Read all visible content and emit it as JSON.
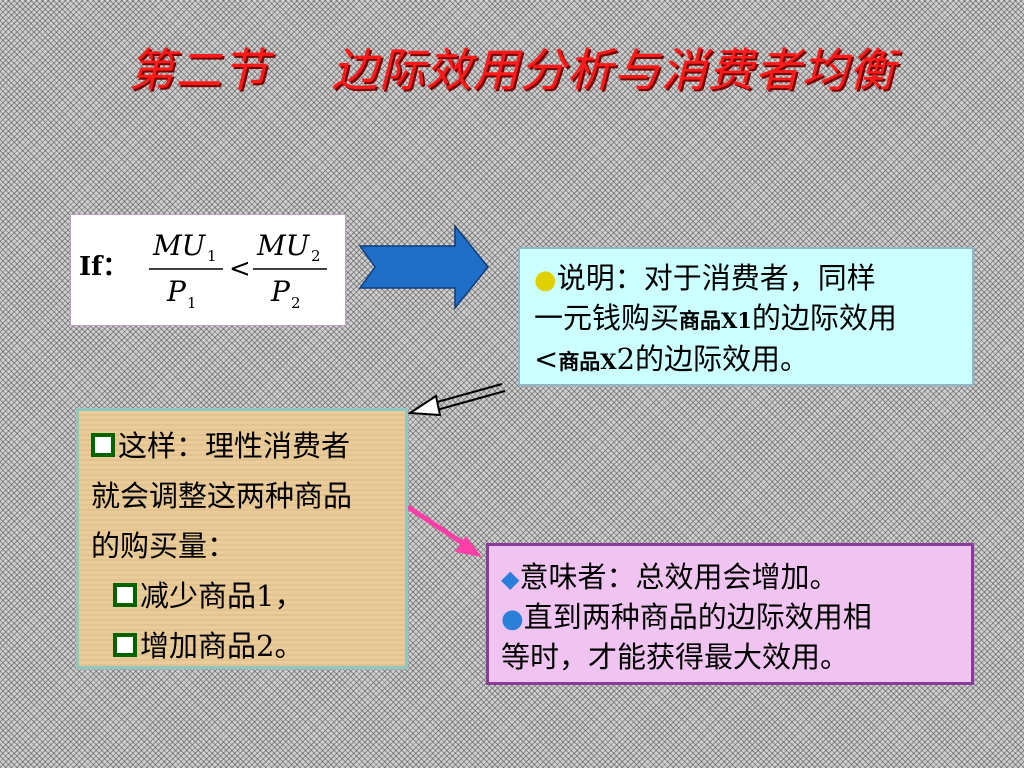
{
  "title": "第二节　 边际效用分析与消费者均衡",
  "formula": {
    "prefix": "If：",
    "mu1": "MU",
    "sub1": "1",
    "p1": "P",
    "psub1": "1",
    "op": "<",
    "mu2": "MU",
    "sub2": "2",
    "p2": "P",
    "psub2": "2"
  },
  "explanation": {
    "bullet": "●",
    "line1": "说明：对于消费者，同样",
    "line2_a": "一元钱购买",
    "line2_b": "商品X1",
    "line2_c": "的边际效用",
    "line3_a": "<",
    "line3_b": "商品X",
    "line3_c": "2的边际效用。"
  },
  "adjustment": {
    "line1": "这样：理性消费者",
    "line2": "就会调整这两种商品",
    "line3": "的购买量：",
    "item1": "减少商品1，",
    "item2": "增加商品2。"
  },
  "result": {
    "line1": "意味者：总效用会增加。",
    "line2": "直到两种商品的边际效用相",
    "line3": "等时，才能获得最大效用。"
  },
  "colors": {
    "title": "#ff1a1a",
    "big_arrow": "#1f6fc9",
    "pink_arrow": "#ff3ea8",
    "cyan_box": "#ccffff",
    "tan_box": "#e9cc99",
    "pink_box": "#f0c4f0"
  }
}
